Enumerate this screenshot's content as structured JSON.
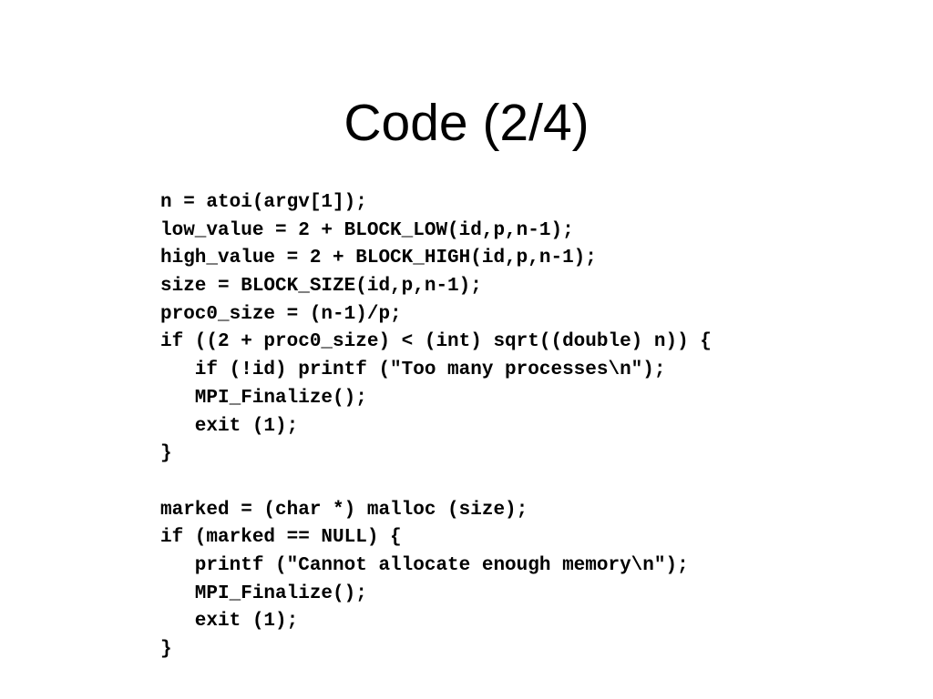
{
  "slide": {
    "title": "Code (2/4)",
    "code_lines": [
      "n = atoi(argv[1]);",
      "low_value = 2 + BLOCK_LOW(id,p,n-1);",
      "high_value = 2 + BLOCK_HIGH(id,p,n-1);",
      "size = BLOCK_SIZE(id,p,n-1);",
      "proc0_size = (n-1)/p;",
      "if ((2 + proc0_size) < (int) sqrt((double) n)) {",
      "   if (!id) printf (\"Too many processes\\n\");",
      "   MPI_Finalize();",
      "   exit (1);",
      "}",
      "",
      "marked = (char *) malloc (size);",
      "if (marked == NULL) {",
      "   printf (\"Cannot allocate enough memory\\n\");",
      "   MPI_Finalize();",
      "   exit (1);",
      "}"
    ]
  }
}
